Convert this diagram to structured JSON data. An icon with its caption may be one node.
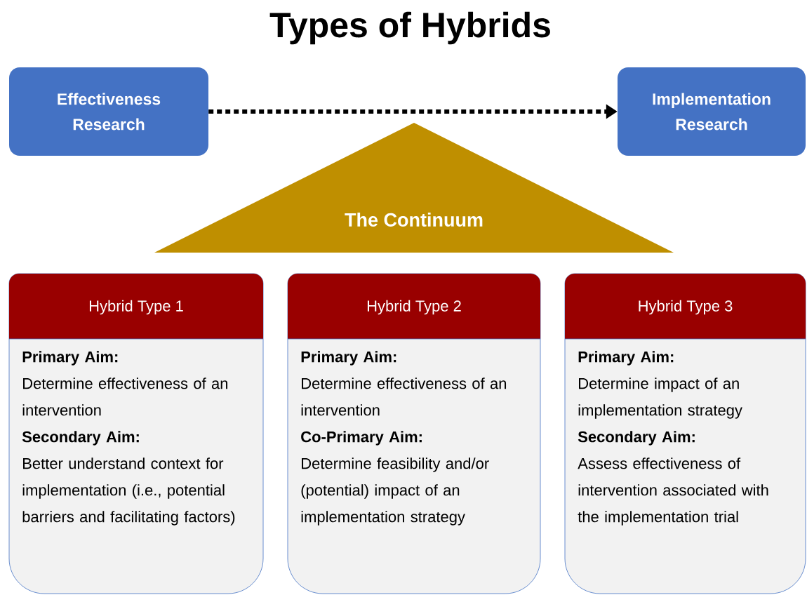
{
  "diagram": {
    "title": "Types of Hybrids",
    "nodes": [
      {
        "text": [
          "Effectiveness Research"
        ]
      },
      {
        "text": [
          "Implementation Research"
        ]
      },
      {
        "text": [
          "The Continuum"
        ]
      },
      {
        "text": [
          "Hybrid Type 1",
          "Primary Aim:",
          "Determine effectiveness of an intervention",
          "Secondary Aim:",
          "Better understand context for implementation (i.e., potential barriers and facilitating factors)"
        ]
      },
      {
        "text": [
          "Hybrid Type 2",
          "Primary Aim:",
          "Determine effectiveness of an intervention",
          "Co-Primary Aim:",
          "Determine feasibility and/or (potential) impact of an implementation strategy"
        ]
      },
      {
        "text": [
          "Hybrid Type 3",
          "Primary Aim:",
          "Determine impact of an implementation strategy",
          "Secondary Aim:",
          "Assess effectiveness of intervention associated with the implementation trial"
        ]
      }
    ],
    "edges": [
      {
        "from": 0,
        "to": 1,
        "arrow": "to",
        "style": "dashed"
      }
    ]
  }
}
